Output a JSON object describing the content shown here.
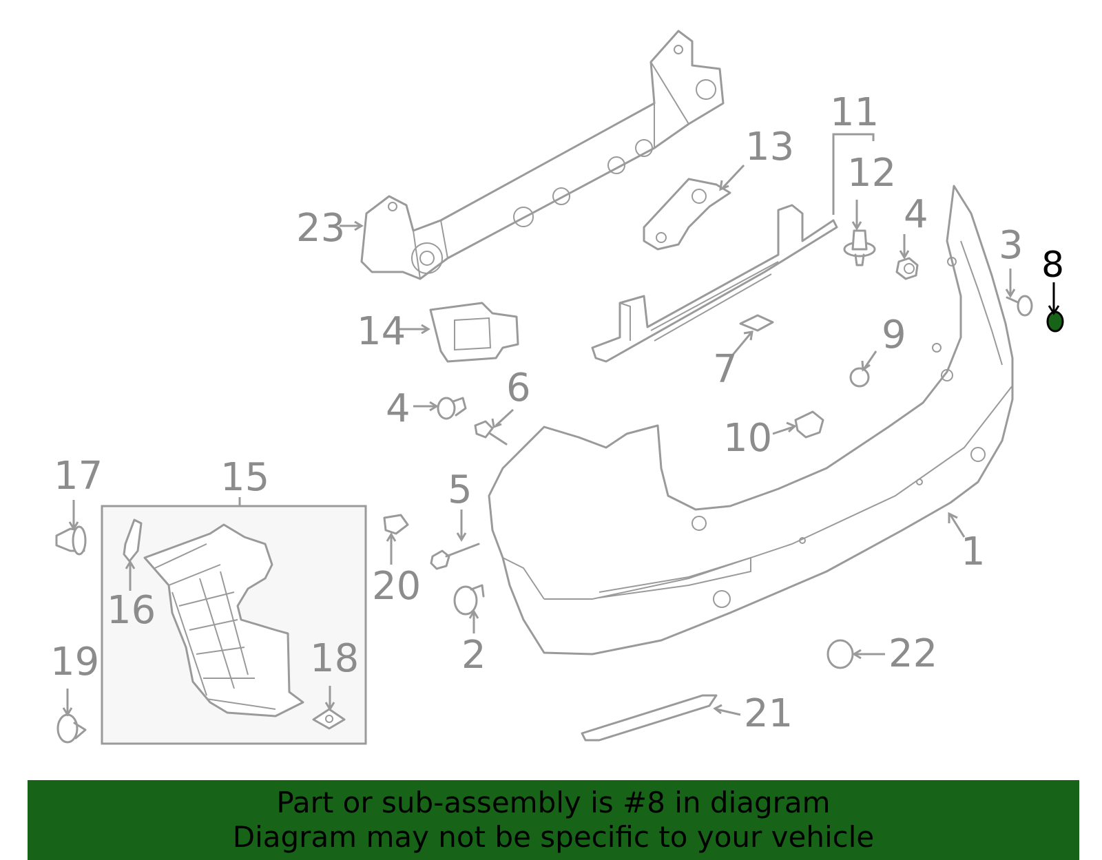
{
  "callouts": {
    "c1": "1",
    "c2": "2",
    "c3": "3",
    "c4a": "4",
    "c4b": "4",
    "c5": "5",
    "c6": "6",
    "c7": "7",
    "c8": "8",
    "c9": "9",
    "c10": "10",
    "c11": "11",
    "c12": "12",
    "c13": "13",
    "c14": "14",
    "c15": "15",
    "c16": "16",
    "c17": "17",
    "c18": "18",
    "c19": "19",
    "c20": "20",
    "c21": "21",
    "c22": "22",
    "c23": "23"
  },
  "highlighted_part": "8",
  "colors": {
    "highlight": "#176317",
    "line": "#9a9a9a",
    "inset_bg": "#f7f7f7"
  },
  "banner": {
    "line1": "Part or sub-assembly is #8 in diagram",
    "line2": "Diagram may not be specific to your vehicle"
  }
}
